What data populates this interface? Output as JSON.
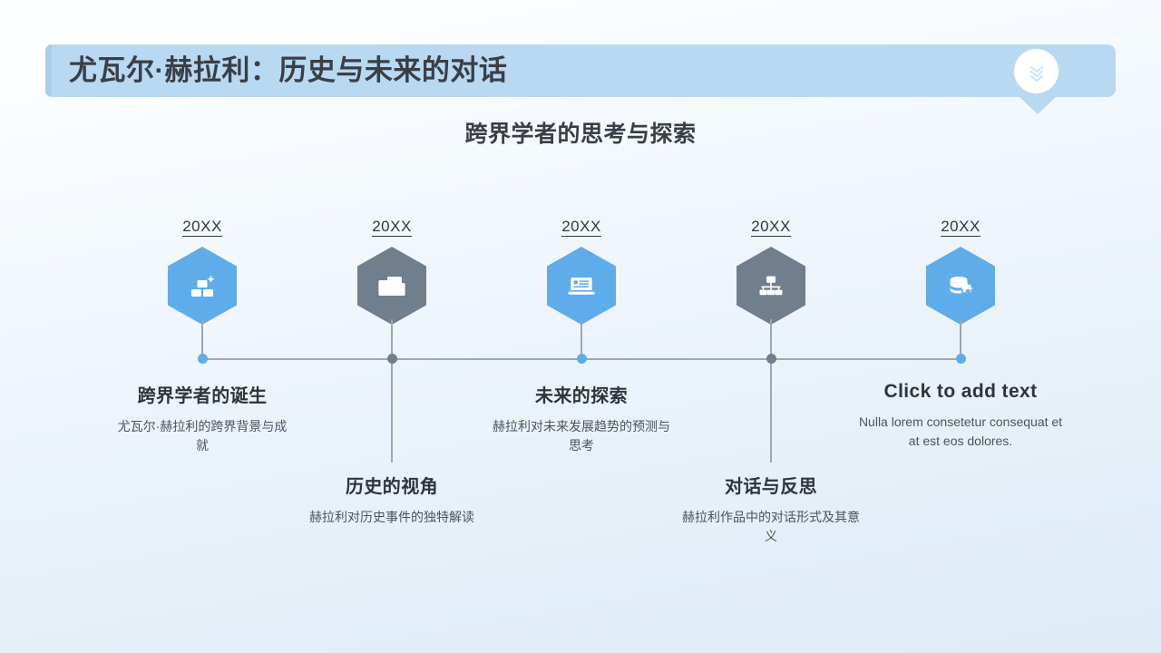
{
  "slide": {
    "title": "尤瓦尔·赫拉利：历史与未来的对话",
    "subtitle": "跨界学者的思考与探索",
    "banner_badge_icon": "double-chevron-down-icon",
    "colors": {
      "banner": "#b9d8f2",
      "accent_blue": "#5facea",
      "accent_gray": "#717e8d",
      "line": "#9aa7b5",
      "text_dark": "#2f343a"
    }
  },
  "timeline": {
    "nodes": [
      {
        "year": "20XX",
        "icon": "gold-bars-icon",
        "color": "blue",
        "side": "above",
        "title": "跨界学者的诞生",
        "desc": "尤瓦尔·赫拉利的跨界背景与成就"
      },
      {
        "year": "20XX",
        "icon": "folder-document-icon",
        "color": "gray",
        "side": "below",
        "title": "历史的视角",
        "desc": "赫拉利对历史事件的独特解读"
      },
      {
        "year": "20XX",
        "icon": "laptop-icon",
        "color": "blue",
        "side": "above",
        "title": "未来的探索",
        "desc": "赫拉利对未来发展趋势的预测与思考"
      },
      {
        "year": "20XX",
        "icon": "org-chart-icon",
        "color": "gray",
        "side": "below",
        "title": "对话与反思",
        "desc": "赫拉利作品中的对话形式及其意义"
      },
      {
        "year": "20XX",
        "icon": "database-gear-icon",
        "color": "blue",
        "side": "above",
        "title": "Click to add text",
        "desc": "Nulla lorem consetetur consequat et at est eos dolores."
      }
    ]
  }
}
